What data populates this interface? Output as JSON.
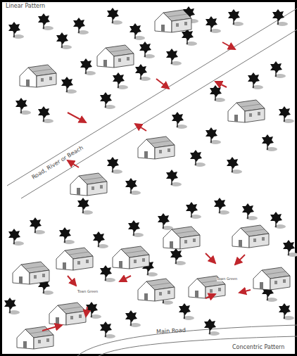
{
  "diagram": {
    "labels": [
      "Linear Pattern",
      "Road, River or Beach",
      "Town Green",
      "Town Green",
      "Main Road",
      "Concentric Pattern"
    ]
  }
}
